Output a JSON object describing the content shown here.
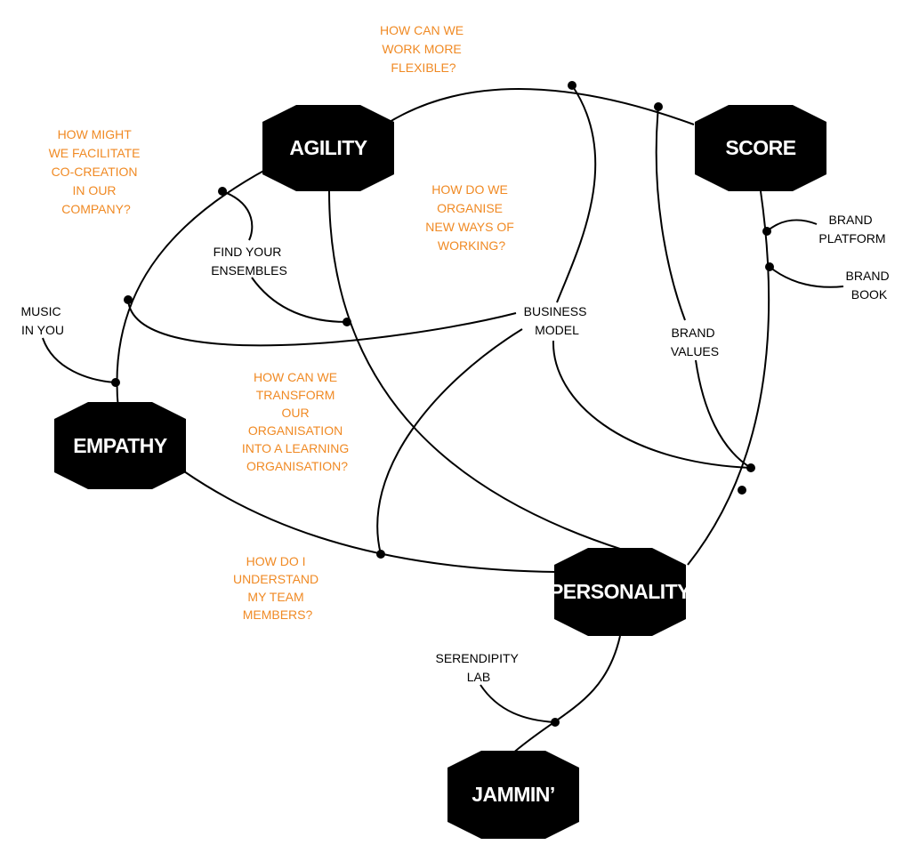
{
  "colors": {
    "question": "#f08a24",
    "hexagon": "#000000",
    "hexagon_text": "#ffffff",
    "line": "#000000"
  },
  "hubs": {
    "agility": "AGILITY",
    "score": "SCORE",
    "empathy": "EMPATHY",
    "personality": "PERSONALITY",
    "jammin": "JAMMIN’"
  },
  "labels": {
    "find_your_ensembles": [
      "FIND YOUR",
      "ENSEMBLES"
    ],
    "music_in_you": [
      "MUSIC",
      "IN YOU"
    ],
    "business_model": [
      "BUSINESS",
      "MODEL"
    ],
    "brand_values": [
      "BRAND",
      "VALUES"
    ],
    "brand_platform": [
      "BRAND",
      "PLATFORM"
    ],
    "brand_book": [
      "BRAND",
      "BOOK"
    ],
    "serendipity_lab": [
      "SERENDIPITY",
      "LAB"
    ]
  },
  "questions": {
    "work_more_flexible": [
      "HOW CAN WE",
      "WORK MORE",
      "FLEXIBLE?"
    ],
    "facilitate_co_creation": [
      "HOW MIGHT",
      "WE FACILITATE",
      "CO-CREATION",
      "IN OUR",
      "COMPANY?"
    ],
    "organise_new_ways": [
      "HOW DO WE",
      "ORGANISE",
      "NEW WAYS OF",
      "WORKING?"
    ],
    "learning_organisation": [
      "HOW CAN WE",
      "TRANSFORM",
      "OUR",
      "ORGANISATION",
      "INTO A LEARNING",
      "ORGANISATION?"
    ],
    "understand_team": [
      "HOW DO I",
      "UNDERSTAND",
      "MY TEAM",
      "MEMBERS?"
    ]
  }
}
